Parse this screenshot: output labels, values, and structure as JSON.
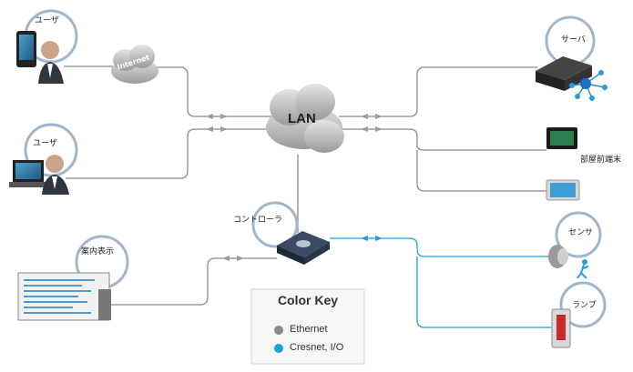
{
  "diagram": {
    "nodes": {
      "user_top": "ユーザ",
      "user_mid": "ユーザ",
      "internet": "Internet",
      "lan": "LAN",
      "server": "サーバ",
      "room_terminal": "部屋前端末",
      "controller": "コントローラ",
      "sensor": "センサ",
      "lamp": "ランプ",
      "signage": "案内表示"
    },
    "color_key": {
      "title": "Color Key",
      "items": [
        {
          "label": "Ethernet",
          "color": "#8a8a8a"
        },
        {
          "label": "Cresnet, I/O",
          "color": "#1aa3d9"
        }
      ]
    },
    "colors": {
      "ethernet": "#8a8a8a",
      "cresnet": "#1aa3d9",
      "ring": "#9fb6cf",
      "cloud": "#b9b9b9"
    }
  }
}
